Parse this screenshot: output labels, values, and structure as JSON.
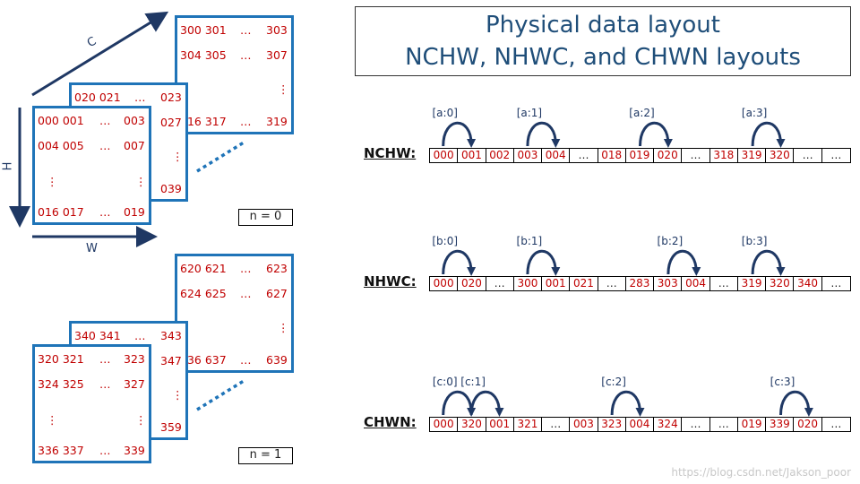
{
  "title": {
    "line1": "Physical data layout",
    "line2": "NCHW, NHWC, and CHWN layouts"
  },
  "axes": {
    "c": "C",
    "h": "H",
    "w": "W"
  },
  "batches": [
    {
      "n_label": "n = 0",
      "back": {
        "r1": [
          "300 301",
          "…",
          "303"
        ],
        "r2": [
          "304 305",
          "…",
          "307"
        ],
        "dots": "⋮",
        "r4": [
          "316 317",
          "…",
          "319"
        ]
      },
      "mid": {
        "r1": [
          "020 021",
          "…",
          "023"
        ],
        "r2": "027",
        "dots": "⋮",
        "r4": "039"
      },
      "front": {
        "r1": [
          "000 001",
          "…",
          "003"
        ],
        "r2": [
          "004 005",
          "…",
          "007"
        ],
        "dots": "⋮",
        "r4": [
          "016 017",
          "…",
          "019"
        ]
      }
    },
    {
      "n_label": "n = 1",
      "back": {
        "r1": [
          "620 621",
          "…",
          "623"
        ],
        "r2": [
          "624 625",
          "…",
          "627"
        ],
        "dots": "⋮",
        "r4": [
          "636 637",
          "…",
          "639"
        ]
      },
      "mid": {
        "r1": [
          "340 341",
          "…",
          "343"
        ],
        "r2": "347",
        "dots": "⋮",
        "r4": "359"
      },
      "front": {
        "r1": [
          "320 321",
          "…",
          "323"
        ],
        "r2": [
          "324 325",
          "…",
          "327"
        ],
        "dots": "⋮",
        "r4": [
          "336 337",
          "…",
          "339"
        ]
      }
    }
  ],
  "layouts": [
    {
      "name": "NCHW:",
      "cells": [
        "000",
        "001",
        "002",
        "003",
        "004",
        "…",
        "018",
        "019",
        "020",
        "…",
        "318",
        "319",
        "320",
        "…",
        "…"
      ],
      "marks": [
        {
          "label": "[a:0]",
          "cell": 0
        },
        {
          "label": "[a:1]",
          "cell": 3
        },
        {
          "label": "[a:2]",
          "cell": 7
        },
        {
          "label": "[a:3]",
          "cell": 11
        }
      ]
    },
    {
      "name": "NHWC:",
      "cells": [
        "000",
        "020",
        "…",
        "300",
        "001",
        "021",
        "…",
        "283",
        "303",
        "004",
        "…",
        "319",
        "320",
        "340",
        "…"
      ],
      "marks": [
        {
          "label": "[b:0]",
          "cell": 0
        },
        {
          "label": "[b:1]",
          "cell": 3
        },
        {
          "label": "[b:2]",
          "cell": 8
        },
        {
          "label": "[b:3]",
          "cell": 11
        }
      ]
    },
    {
      "name": "CHWN:",
      "cells": [
        "000",
        "320",
        "001",
        "321",
        "…",
        "003",
        "323",
        "004",
        "324",
        "…",
        "…",
        "019",
        "339",
        "020",
        "…"
      ],
      "marks": [
        {
          "label": "[c:0]",
          "cell": 0
        },
        {
          "label": "[c:1]",
          "cell": 1
        },
        {
          "label": "[c:2]",
          "cell": 6
        },
        {
          "label": "[c:3]",
          "cell": 12
        }
      ]
    }
  ],
  "watermark": "https://blog.csdn.net/Jakson_poor",
  "colors": {
    "accent": "#1f74b8",
    "dark_blue": "#1f3864",
    "value": "#c00000"
  }
}
